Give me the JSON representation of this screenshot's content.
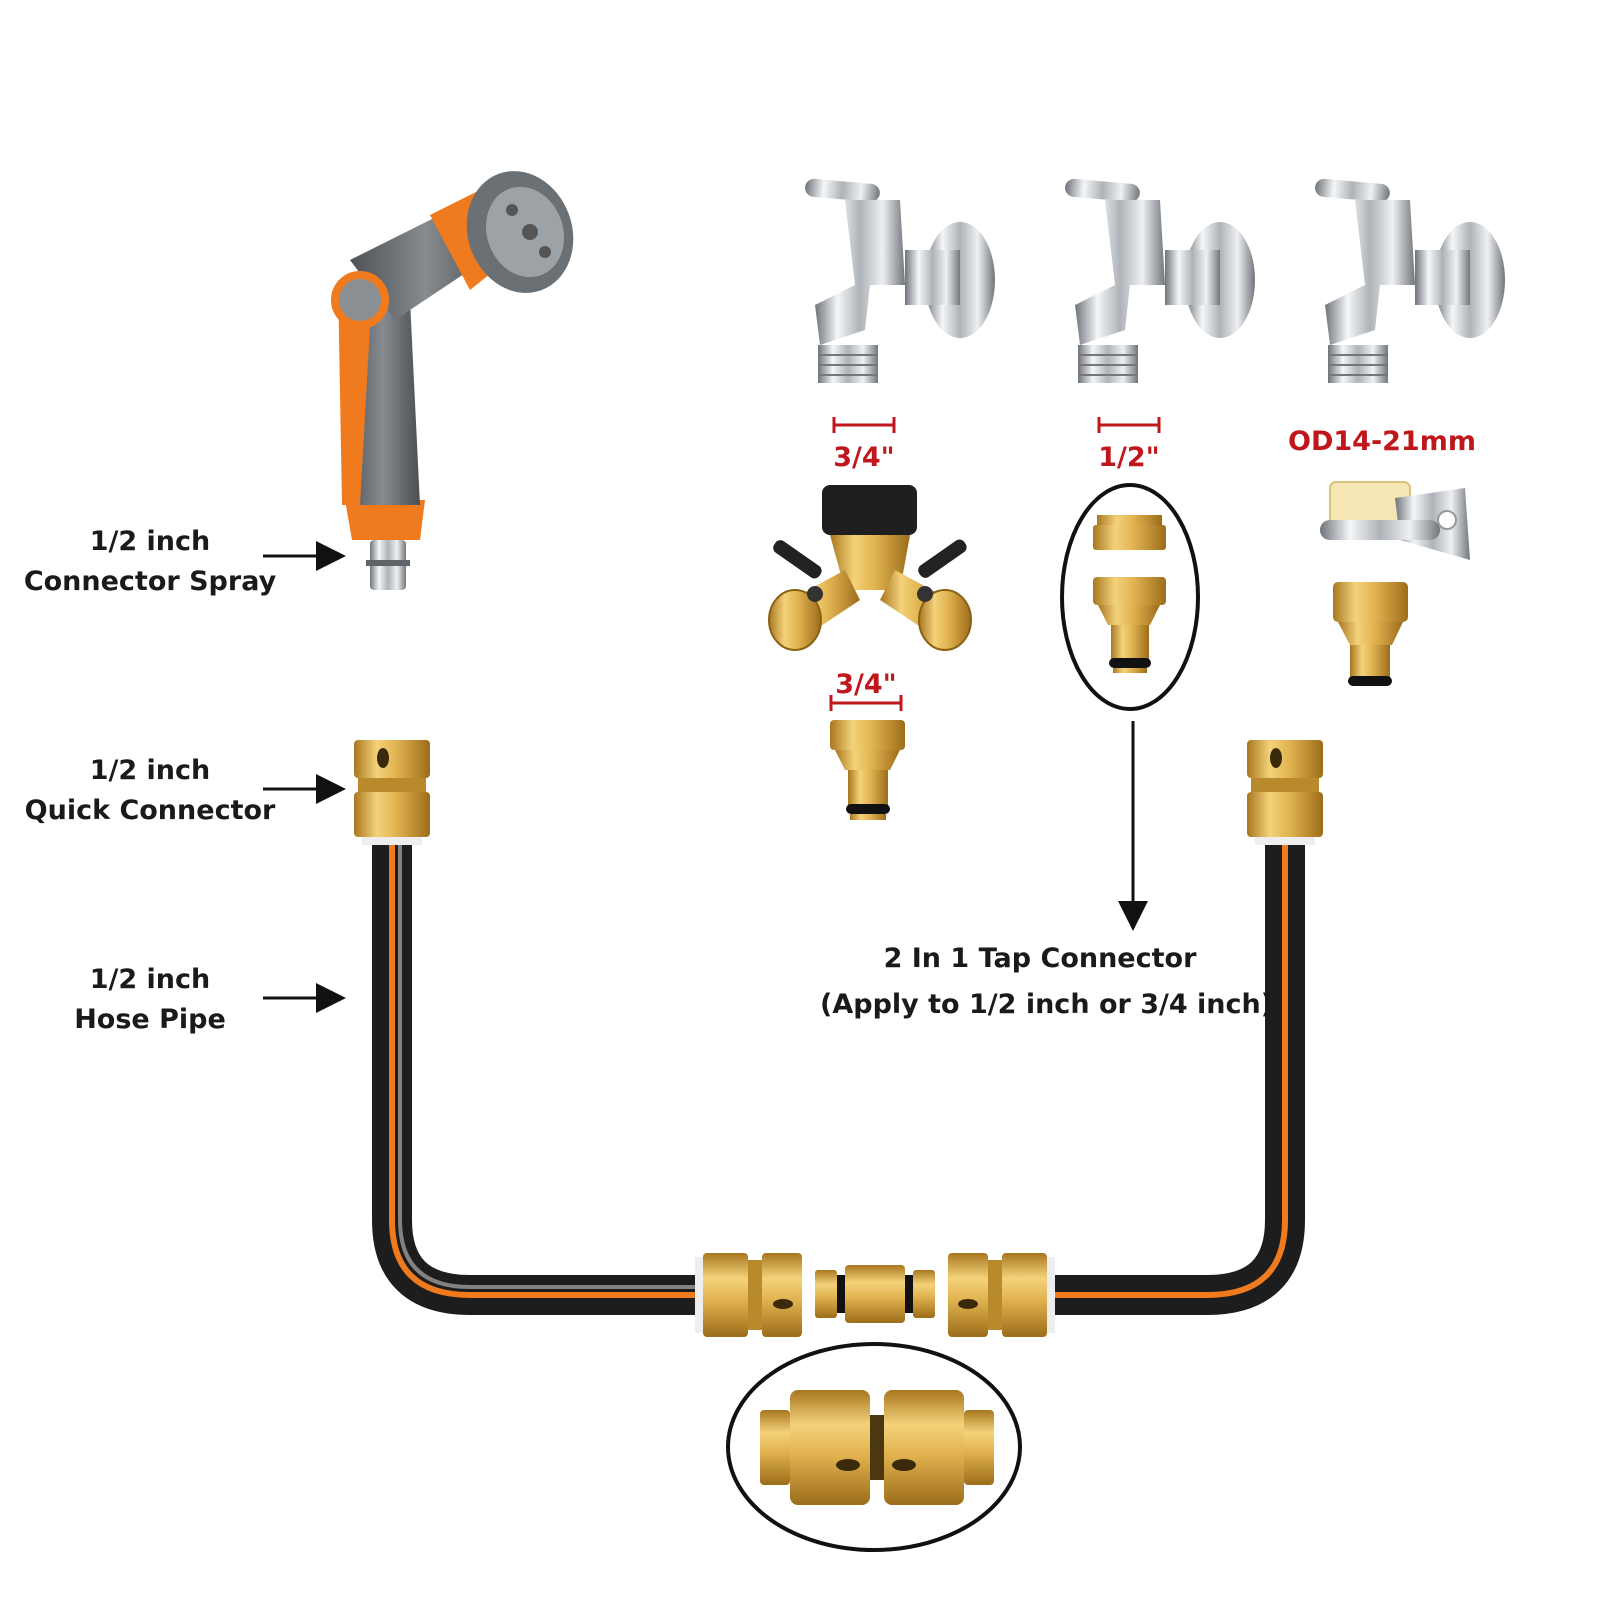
{
  "labels": {
    "spray_line1": "1/2 inch",
    "spray_line2": "Connector Spray",
    "quick_line1": "1/2 inch",
    "quick_line2": "Quick Connector",
    "hose_line1": "1/2 inch",
    "hose_line2": "Hose Pipe",
    "tap_connector_line1": "2 In 1 Tap Connector",
    "tap_connector_line2": "(Apply to 1/2 inch or 3/4 inch)"
  },
  "sizes": {
    "tap1": "3/4\"",
    "tap2": "1/2\"",
    "tap3": "OD14-21mm",
    "adapter": "3/4\""
  },
  "colors": {
    "brass": "#d9ad4c",
    "orange": "#f07b1e",
    "hose_black": "#1d1d1d",
    "dimension_red": "#c0171c",
    "chrome": "#c9ccd0"
  }
}
